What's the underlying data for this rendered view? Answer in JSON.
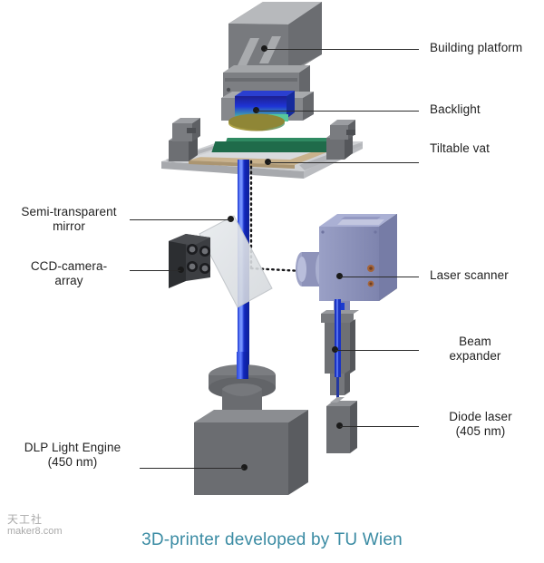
{
  "caption": "3D-printer developed by TU Wien",
  "watermark": {
    "cn": "天工社",
    "site": "maker8.com"
  },
  "colors": {
    "caption_teal": "#3a8ba3",
    "leader_line": "#2b2b2b",
    "body_gray": "#6f7175",
    "light_gray": "#b9bbbe",
    "dark_gray": "#3f4144",
    "backlight_blue": "#1423b4",
    "backlight_green": "#54c79a",
    "lens_olive": "#9a8f3a",
    "vat_green": "#1f6b4a",
    "vat_tan": "#c8b08a",
    "scanner_periwinkle": "#8d92bb",
    "beam_blue": "#1733cc",
    "copper": "#a4643a"
  },
  "labels": {
    "building_platform": "Building  platform",
    "backlight": "Backlight",
    "tiltable_vat": "Tiltable vat",
    "semi_transparent_mirror": "Semi-transparent\nmirror",
    "ccd_camera_array": "CCD-camera-\narray",
    "laser_scanner": "Laser scanner",
    "beam_expander": "Beam\nexpander",
    "diode_laser": "Diode laser\n(405 nm)",
    "dlp_light_engine": "DLP Light Engine\n(450 nm)"
  },
  "components": [
    {
      "id": "building-platform",
      "label": "Building  platform",
      "side": "right"
    },
    {
      "id": "backlight",
      "label": "Backlight",
      "side": "right"
    },
    {
      "id": "tiltable-vat",
      "label": "Tiltable vat",
      "side": "right"
    },
    {
      "id": "laser-scanner",
      "label": "Laser scanner",
      "side": "right"
    },
    {
      "id": "beam-expander",
      "label": "Beam expander",
      "side": "right"
    },
    {
      "id": "diode-laser",
      "label": "Diode laser (405 nm)",
      "side": "right"
    },
    {
      "id": "semi-transparent-mirror",
      "label": "Semi-transparent mirror",
      "side": "left"
    },
    {
      "id": "ccd-camera-array",
      "label": "CCD-camera-array",
      "side": "left"
    },
    {
      "id": "dlp-light-engine",
      "label": "DLP Light Engine (450 nm)",
      "side": "left"
    }
  ]
}
